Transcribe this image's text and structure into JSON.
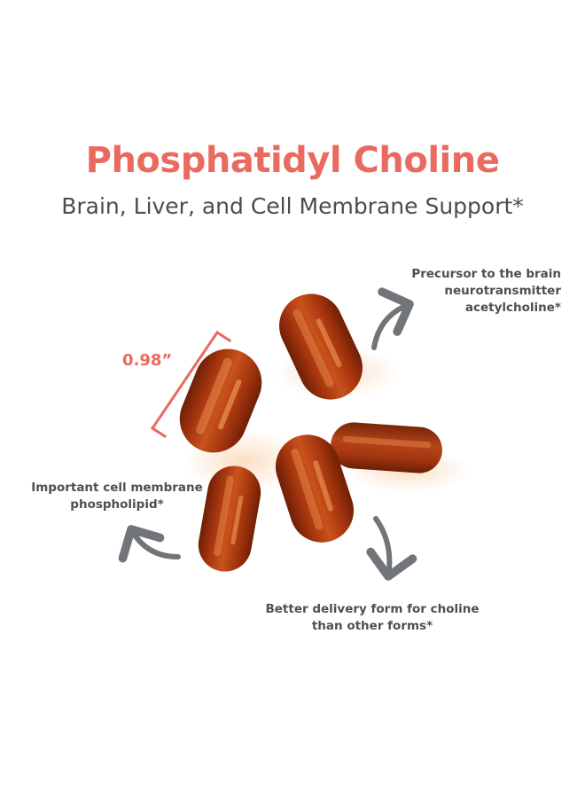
{
  "title": "Phosphatidyl Choline",
  "subtitle": "Brain, Liver, and Cell Membrane Support*",
  "size_label": "0.98”",
  "callouts": {
    "top_right": {
      "line1": "Precursor to the brain",
      "line2": "neurotransmitter",
      "line3": "acetylcholine*"
    },
    "left": {
      "line1": "Important cell membrane",
      "line2": "phospholipid*"
    },
    "bottom": {
      "line1": "Better delivery form for choline",
      "line2": "than other forms*"
    }
  },
  "colors": {
    "accent": "#e96b5f",
    "text": "#4a4c50",
    "arrow": "#717478",
    "softgel": "#a8340f"
  }
}
